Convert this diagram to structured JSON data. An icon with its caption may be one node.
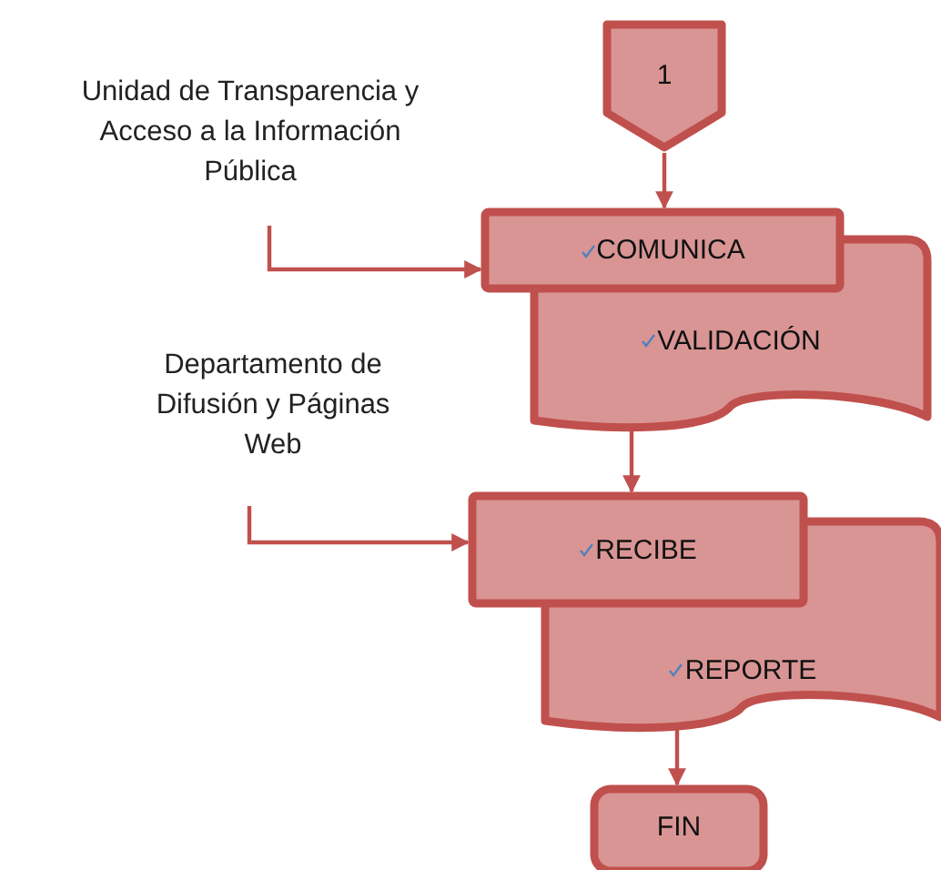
{
  "diagram": {
    "nodes": [
      {
        "text": [
          "1"
        ]
      },
      {
        "text": [
          "Unidad de Transparencia y Acceso a la Información Pública"
        ]
      },
      {
        "text": [
          "COMUNICA"
        ]
      },
      {
        "text": [
          "VALIDACIÓN"
        ]
      },
      {
        "text": [
          "Departamento de Difusión y Páginas Web"
        ]
      },
      {
        "text": [
          "RECIBE"
        ]
      },
      {
        "text": [
          "REPORTE"
        ]
      },
      {
        "text": [
          "FIN"
        ]
      }
    ],
    "edges": [
      {
        "from": 0,
        "to": 2,
        "arrow": "to"
      },
      {
        "from": 1,
        "to": 2,
        "arrow": "to"
      },
      {
        "from": 3,
        "to": 5,
        "arrow": "to"
      },
      {
        "from": 4,
        "to": 5,
        "arrow": "to"
      },
      {
        "from": 6,
        "to": 7,
        "arrow": "to"
      }
    ]
  }
}
